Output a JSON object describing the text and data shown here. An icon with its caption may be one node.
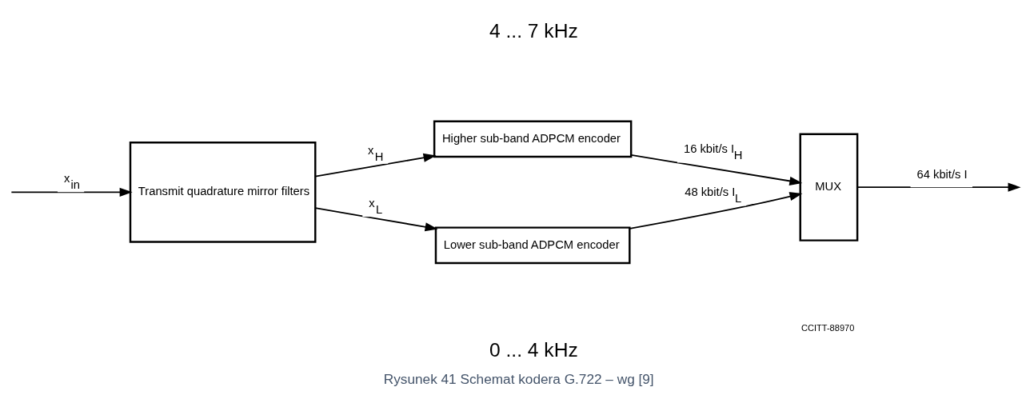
{
  "diagram": {
    "caption": "Rysunek 41 Schemat kodera G.722 – wg [9]",
    "nodes": [
      {
        "text": [
          "Transmit quadrature mirror filters"
        ]
      },
      {
        "text": [
          "Higher sub-band ADPCM encoder"
        ]
      },
      {
        "text": [
          "Lower sub-band ADPCM encoder"
        ]
      },
      {
        "text": [
          "MUX"
        ]
      }
    ],
    "edges": [
      {
        "from": null,
        "to": 0,
        "arrow": "to",
        "label": "x$_{in}$"
      },
      {
        "from": 0,
        "to": 1,
        "arrow": "to",
        "label": "x$_{H}$"
      },
      {
        "from": 0,
        "to": 2,
        "arrow": "to",
        "label": "x$_{L}$"
      },
      {
        "from": 1,
        "to": 3,
        "arrow": "to",
        "label": "16 kbit/s I$_{H}$"
      },
      {
        "from": 2,
        "to": 3,
        "arrow": "to",
        "label": "48 kbit/s I$_{L}$"
      },
      {
        "from": 3,
        "to": null,
        "arrow": "to",
        "label": "64 kbit/s I"
      }
    ],
    "labels": [
      "4 ... 7 kHz",
      "0 ... 4 kHz",
      "CCITT-88970"
    ]
  }
}
